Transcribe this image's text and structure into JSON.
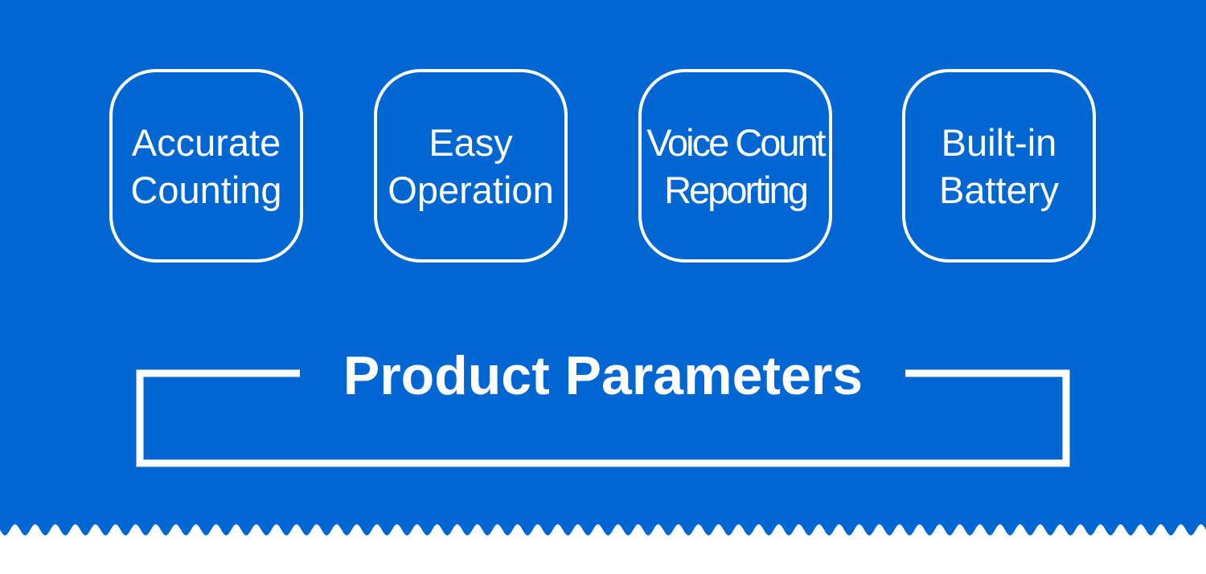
{
  "colors": {
    "background": "#0066d2",
    "foreground": "#ffffff"
  },
  "features": [
    {
      "line1": "Accurate",
      "line2": "Counting"
    },
    {
      "line1": "Easy",
      "line2": "Operation"
    },
    {
      "line1": "Voice Count",
      "line2": "Reporting"
    },
    {
      "line1": "Built-in",
      "line2": "Battery"
    }
  ],
  "section": {
    "title": "Product Parameters"
  }
}
